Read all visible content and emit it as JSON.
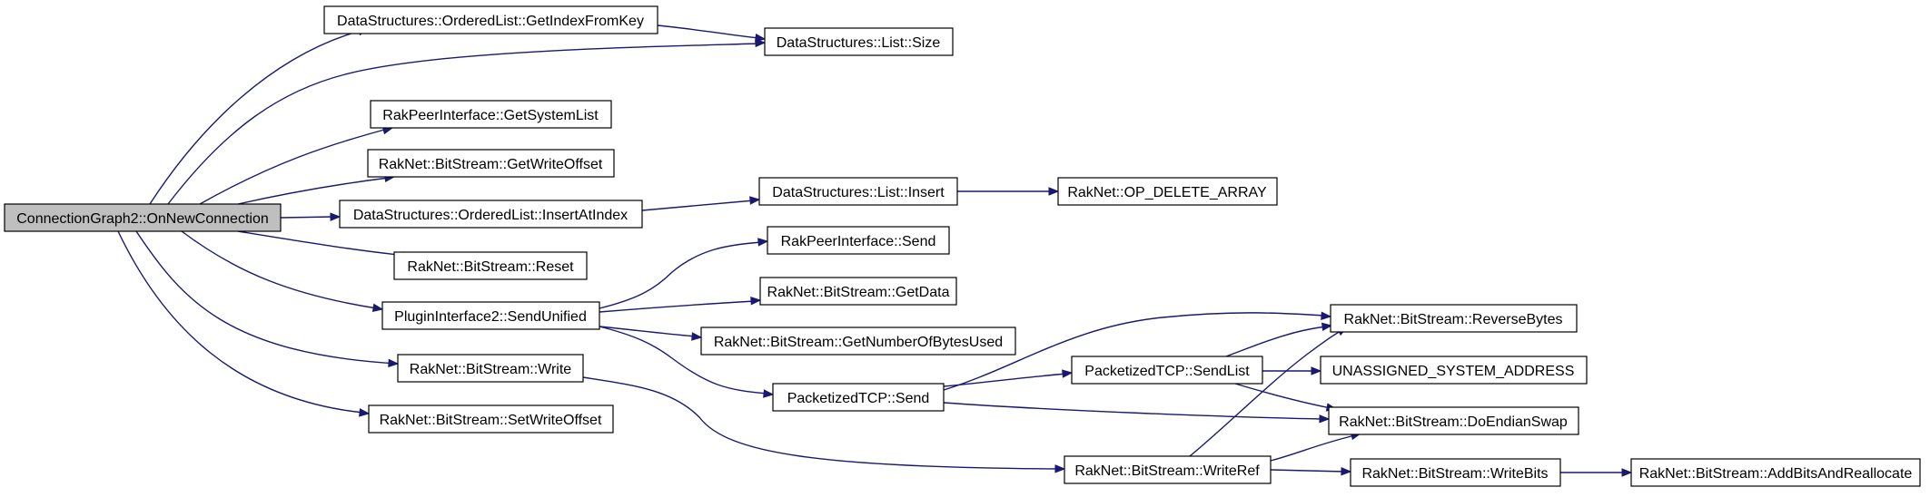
{
  "graph": {
    "nodes": [
      {
        "id": "n0",
        "label": "ConnectionGraph2::OnNewConnection"
      },
      {
        "id": "n1",
        "label": "DataStructures::OrderedList::GetIndexFromKey"
      },
      {
        "id": "n2",
        "label": "DataStructures::List::Size"
      },
      {
        "id": "n3",
        "label": "RakPeerInterface::GetSystemList"
      },
      {
        "id": "n4",
        "label": "RakNet::BitStream::GetWriteOffset"
      },
      {
        "id": "n5",
        "label": "DataStructures::OrderedList::InsertAtIndex"
      },
      {
        "id": "n6",
        "label": "DataStructures::List::Insert"
      },
      {
        "id": "n7",
        "label": "RakNet::OP_DELETE_ARRAY"
      },
      {
        "id": "n8",
        "label": "RakNet::BitStream::Reset"
      },
      {
        "id": "n9",
        "label": "PluginInterface2::SendUnified"
      },
      {
        "id": "n10",
        "label": "RakPeerInterface::Send"
      },
      {
        "id": "n11",
        "label": "RakNet::BitStream::GetData"
      },
      {
        "id": "n12",
        "label": "RakNet::BitStream::GetNumberOfBytesUsed"
      },
      {
        "id": "n13",
        "label": "PacketizedTCP::Send"
      },
      {
        "id": "n14",
        "label": "PacketizedTCP::SendList"
      },
      {
        "id": "n15",
        "label": "RakNet::BitStream::ReverseBytes"
      },
      {
        "id": "n16",
        "label": "UNASSIGNED_SYSTEM_ADDRESS"
      },
      {
        "id": "n17",
        "label": "RakNet::BitStream::DoEndianSwap"
      },
      {
        "id": "n18",
        "label": "RakNet::BitStream::Write"
      },
      {
        "id": "n19",
        "label": "RakNet::BitStream::WriteRef"
      },
      {
        "id": "n20",
        "label": "RakNet::BitStream::WriteBits"
      },
      {
        "id": "n21",
        "label": "RakNet::BitStream::AddBitsAndReallocate"
      },
      {
        "id": "n22",
        "label": "RakNet::BitStream::SetWriteOffset"
      }
    ],
    "edges": [
      {
        "from": "n0",
        "to": "n1"
      },
      {
        "from": "n0",
        "to": "n2"
      },
      {
        "from": "n1",
        "to": "n2"
      },
      {
        "from": "n0",
        "to": "n3"
      },
      {
        "from": "n0",
        "to": "n4"
      },
      {
        "from": "n0",
        "to": "n5"
      },
      {
        "from": "n5",
        "to": "n6"
      },
      {
        "from": "n6",
        "to": "n7"
      },
      {
        "from": "n0",
        "to": "n8"
      },
      {
        "from": "n0",
        "to": "n9"
      },
      {
        "from": "n9",
        "to": "n10"
      },
      {
        "from": "n9",
        "to": "n11"
      },
      {
        "from": "n9",
        "to": "n12"
      },
      {
        "from": "n9",
        "to": "n13"
      },
      {
        "from": "n13",
        "to": "n15"
      },
      {
        "from": "n13",
        "to": "n14"
      },
      {
        "from": "n13",
        "to": "n17"
      },
      {
        "from": "n14",
        "to": "n15"
      },
      {
        "from": "n14",
        "to": "n16"
      },
      {
        "from": "n14",
        "to": "n17"
      },
      {
        "from": "n0",
        "to": "n18"
      },
      {
        "from": "n18",
        "to": "n19"
      },
      {
        "from": "n19",
        "to": "n15"
      },
      {
        "from": "n19",
        "to": "n17"
      },
      {
        "from": "n19",
        "to": "n20"
      },
      {
        "from": "n20",
        "to": "n21"
      },
      {
        "from": "n0",
        "to": "n22"
      }
    ]
  }
}
